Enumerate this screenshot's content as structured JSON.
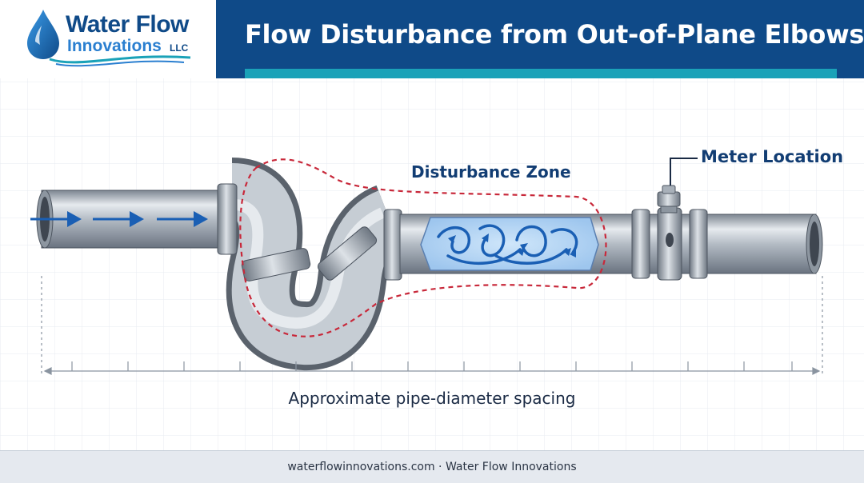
{
  "header": {
    "title": "Flow Disturbance from Out-of-Plane Elbows",
    "background_color": "#0f4a88",
    "accent_color": "#1aa2b8"
  },
  "logo": {
    "name": "Water Flow",
    "subname": "Innovations",
    "suffix": "LLC",
    "icon": "water-drop-icon"
  },
  "diagram": {
    "disturbance_label": "Disturbance Zone",
    "meter_label": "Meter Location",
    "spacing_caption": "Approximate pipe-diameter spacing",
    "flow_direction": "left-to-right",
    "disturbance_outline_color": "#c8283a",
    "flow_arrow_color": "#1a5fb4",
    "icons": [
      "flow-arrow-icon",
      "swirl-arrow-icon",
      "flow-meter-icon"
    ]
  },
  "footer": {
    "text": "waterflowinnovations.com · Water Flow Innovations"
  }
}
